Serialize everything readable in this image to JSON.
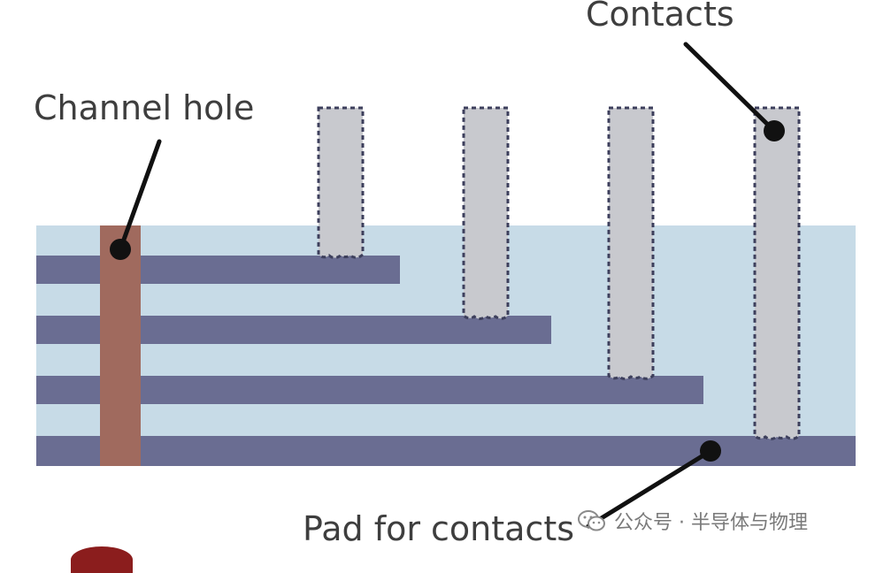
{
  "labels": {
    "contacts": "Contacts",
    "channel_hole": "Channel hole",
    "pad_for_contacts": "Pad for contacts"
  },
  "watermark": {
    "text": "公众号 · 半导体与物理",
    "icon": "wechat-icon"
  },
  "colors": {
    "insulator": "#c7dbe7",
    "word_line": "#6a6d92",
    "channel": "#a06a5e",
    "contact_fill": "#c8c9ce",
    "contact_border": "#3d3f5c",
    "leader": "#111111"
  }
}
